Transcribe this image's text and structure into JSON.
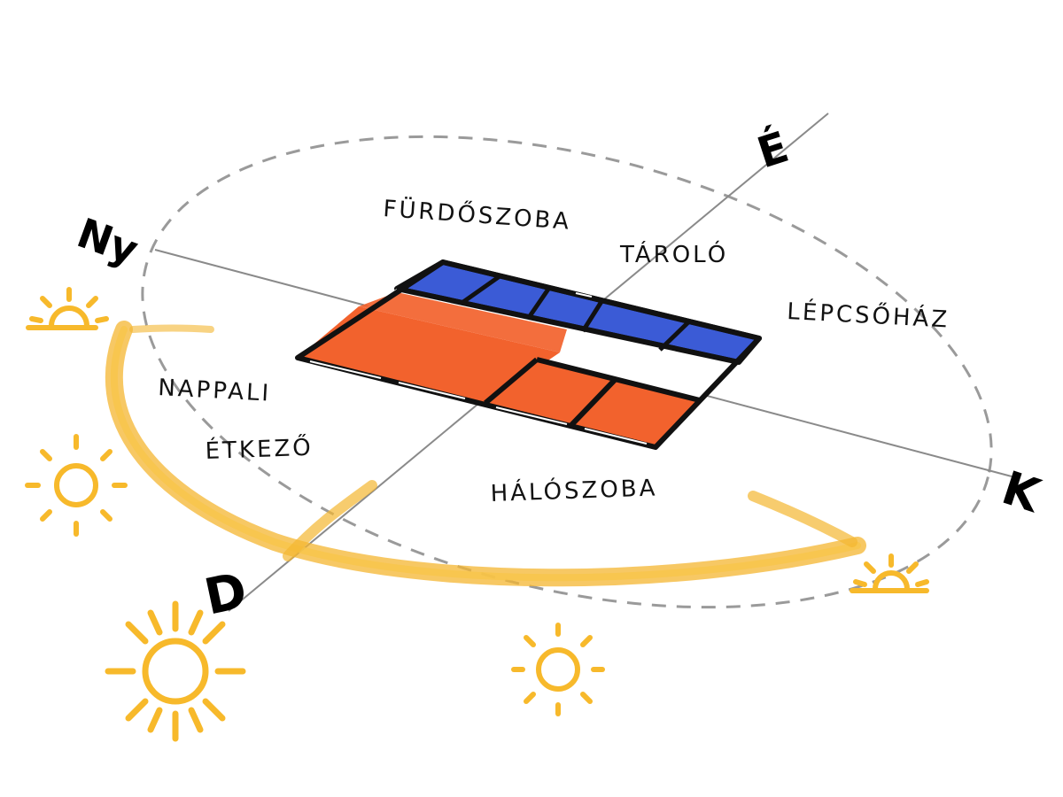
{
  "colors": {
    "background": "#ffffff",
    "axis": "#8a8a8a",
    "orbit": "#9a9a9a",
    "sun": "#f7b92b",
    "sunArc": "#f4b630",
    "roomBlue": "#3b5bd6",
    "roomOrange": "#f2622d",
    "outline": "#111111"
  },
  "directions": {
    "north": "É",
    "east": "K",
    "south": "D",
    "west": "Ny"
  },
  "rooms": {
    "bathroom": "FÜRDŐSZOBA",
    "storage": "TÁROLÓ",
    "stairwell": "LÉPCSŐHÁZ",
    "living": "NAPPALI",
    "dining": "ÉTKEZŐ",
    "bedroom": "HÁLÓSZOBA"
  },
  "icons": {
    "sunrise": "sunrise-icon",
    "sun": "sun-icon",
    "sunset": "sunset-icon"
  }
}
